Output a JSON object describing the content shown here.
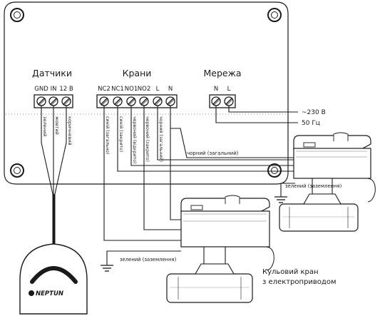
{
  "groups": {
    "sensors": "Датчики",
    "valves": "Крани",
    "network": "Мережа"
  },
  "terminals": {
    "sensors": [
      "GND",
      "IN",
      "12 B"
    ],
    "valves": [
      "NC2",
      "NC1",
      "NO1",
      "NO2",
      "L",
      "N"
    ],
    "network": [
      "N",
      "L"
    ]
  },
  "sensor_wires": [
    "зелений",
    "жовтий",
    "коричневий"
  ],
  "valve_wires": [
    "синій (загально)",
    "синій (закрито)",
    "червоний (відкрито)",
    "червоний (закрито)",
    "чорний (загальний)"
  ],
  "wire_labels": {
    "black_common": "чорний (загальний)",
    "ground_top": "зелений (заземлення)",
    "ground_bottom": "зелений (заземлення)"
  },
  "power": {
    "voltage": "~230 В",
    "frequency": "50 Гц"
  },
  "caption": {
    "line1": "Кульовий кран",
    "line2": "з електроприводом"
  },
  "sensor_brand": "NEPTUN"
}
